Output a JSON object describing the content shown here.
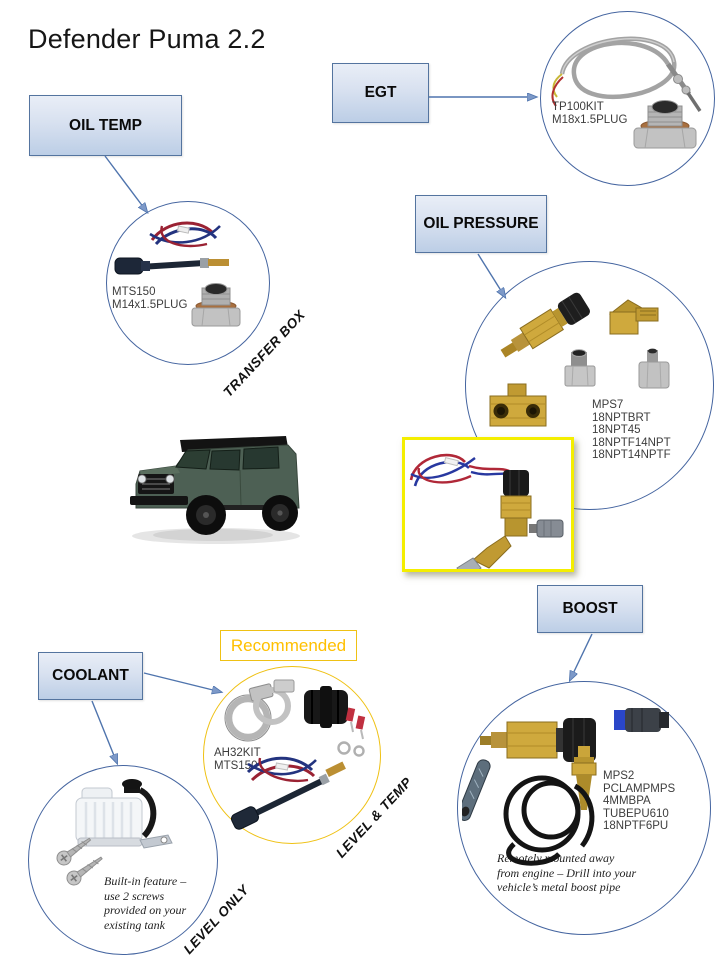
{
  "title": "Defender Puma 2.2",
  "boxes": {
    "oil_temp": "OIL TEMP",
    "egt": "EGT",
    "oil_pressure": "OIL PRESSURE",
    "boost": "BOOST",
    "coolant": "COOLANT"
  },
  "recommended": {
    "label": "Recommended"
  },
  "kits": {
    "egt": "TP100KIT\nM18x1.5PLUG",
    "oil_temp": "MTS150\nM14x1.5PLUG",
    "oil_pressure": "MPS7\n18NPTBRT\n18NPT45\n18NPTF14NPT\n18NPT14NPTF",
    "boost": "MPS2\nPCLAMPMPS\n4MMBPA\nTUBEPU610\n18NPTF6PU",
    "recommended": "AH32KIT\nMTS150"
  },
  "annotations": {
    "transfer_box": "TRANSFER BOX",
    "level_and_temp": "LEVEL & TEMP",
    "level_only": "LEVEL ONLY",
    "coolant_note": "Built-in feature –\nuse 2 screws\nprovided on your\nexisting tank",
    "boost_note": "Remotely mounted away\nfrom engine – Drill into your\nvehicle’s metal boost pipe"
  },
  "colors": {
    "box_border": "#54749f",
    "box_fill_top": "#e9eef7",
    "box_fill_bottom": "#bccee6",
    "arrow": "#4f74ad",
    "circle_border": "#4565a0",
    "gold": "#efc114",
    "recommended_text": "#ffc000",
    "photo_frame": "#f4ee00",
    "vehicle_green": "#4d6054"
  }
}
